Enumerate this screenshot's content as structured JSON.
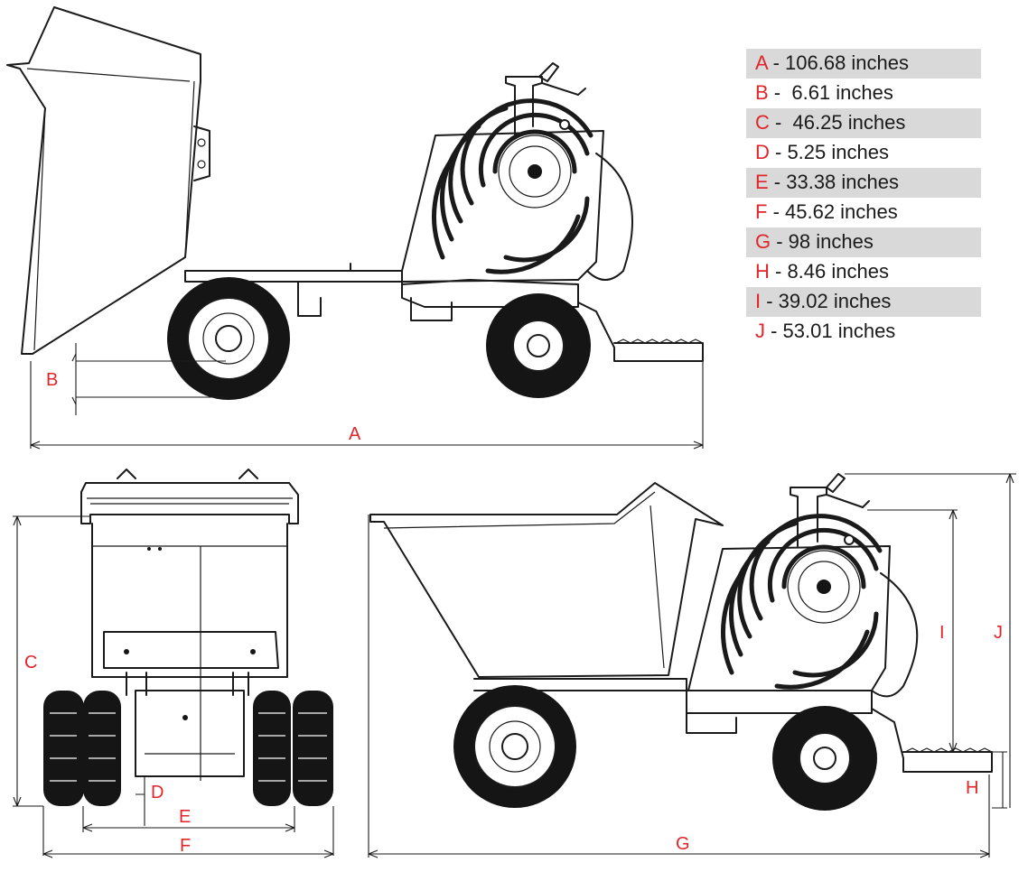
{
  "legend": [
    {
      "letter": "A",
      "text": " - 106.68 inches",
      "shaded": true
    },
    {
      "letter": "B",
      "text": " -  6.61 inches",
      "shaded": false
    },
    {
      "letter": "C",
      "text": " -  46.25 inches",
      "shaded": true
    },
    {
      "letter": "D",
      "text": " - 5.25 inches",
      "shaded": false
    },
    {
      "letter": "E",
      "text": " - 33.38 inches",
      "shaded": true
    },
    {
      "letter": "F",
      "text": " - 45.62 inches",
      "shaded": false
    },
    {
      "letter": "G",
      "text": " - 98 inches",
      "shaded": true
    },
    {
      "letter": "H",
      "text": " - 8.46 inches",
      "shaded": false
    },
    {
      "letter": "I",
      "text": " - 39.02 inches",
      "shaded": true
    },
    {
      "letter": "J",
      "text": " - 53.01 inches",
      "shaded": false
    }
  ],
  "dimension_labels": {
    "A": "A",
    "B": "B",
    "C": "C",
    "D": "D",
    "E": "E",
    "F": "F",
    "G": "G",
    "H": "H",
    "I": "I",
    "J": "J"
  },
  "colors": {
    "label_red": "#e0262b",
    "line_dark": "#1a1a1a",
    "legend_shade": "#d9d9d9"
  }
}
